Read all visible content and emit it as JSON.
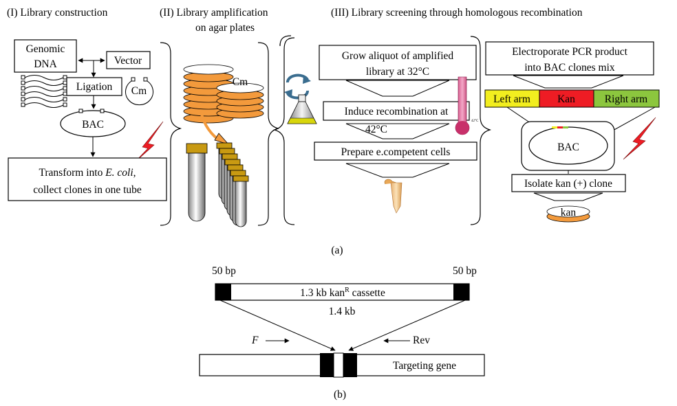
{
  "headers": {
    "panel1": "(I) Library construction",
    "panel2_line1": "(II) Library amplification",
    "panel2_line2": "on agar plates",
    "panel3": "(III) Library screening through homologous recombination"
  },
  "panel1": {
    "genomic_line1": "Genomic",
    "genomic_line2": "DNA",
    "vector": "Vector",
    "ligation": "Ligation",
    "cm": "Cm",
    "bac": "BAC",
    "transform_line1_pre": "Transform into ",
    "transform_line1_em": "E. coli",
    "transform_line1_post": ",",
    "transform_line2": "collect clones in one tube"
  },
  "panel2": {
    "cm": "Cm"
  },
  "panel3": {
    "grow_line1": "Grow aliquot of amplified",
    "grow_line2": "library at 32°C",
    "induce_line1": "Induce recombination at",
    "induce_line2": "42°C",
    "prepare": "Prepare e.competent cells",
    "thermometer_label": "42°C",
    "electroporate_line1": "Electroporate PCR product",
    "electroporate_line2": "into BAC clones mix",
    "left_arm": "Left arm",
    "kan": "Kan",
    "right_arm": "Right arm",
    "bac": "BAC",
    "isolate": "Isolate kan (+) clone",
    "kan_plate": "kan"
  },
  "label_a": "(a)",
  "panel_b": {
    "bp_left": "50 bp",
    "bp_right": "50 bp",
    "cassette_pre": "1.3 kb kan",
    "cassette_sup": "R",
    "cassette_post": " cassette",
    "length": "1.4 kb",
    "f": "F",
    "rev": "Rev",
    "targeting_gene": "Targeting gene"
  },
  "label_b": "(b)",
  "colors": {
    "plate_orange": "#f39a3c",
    "left_arm": "#f2ee1f",
    "kan": "#ee1c24",
    "right_arm": "#8cc63e",
    "lightning": "#ee1c24",
    "tube_cap": "#c89a12"
  }
}
